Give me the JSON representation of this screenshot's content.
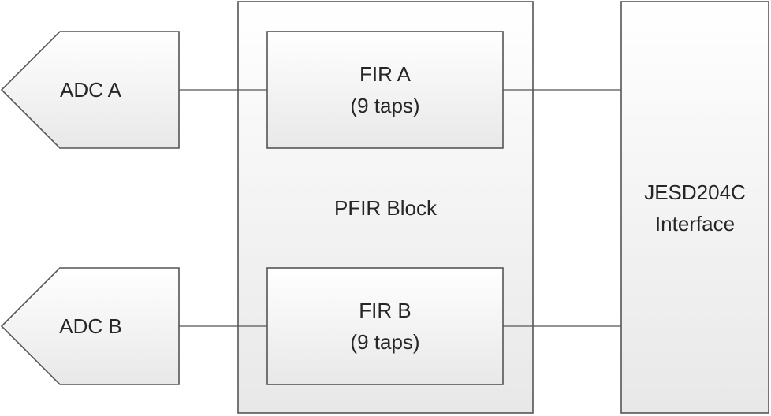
{
  "diagram": {
    "adc_a": {
      "label": "ADC A"
    },
    "adc_b": {
      "label": "ADC B"
    },
    "pfir_block": {
      "label": "PFIR Block"
    },
    "fir_a": {
      "line1": "FIR A",
      "line2": "(9 taps)"
    },
    "fir_b": {
      "line1": "FIR B",
      "line2": "(9 taps)"
    },
    "jesd_interface": {
      "line1": "JESD204C",
      "line2": "Interface"
    }
  },
  "colors": {
    "stroke": "#555555",
    "fill_top": "#ffffff",
    "fill_bottom": "#e8e8e8",
    "text": "#262626"
  }
}
